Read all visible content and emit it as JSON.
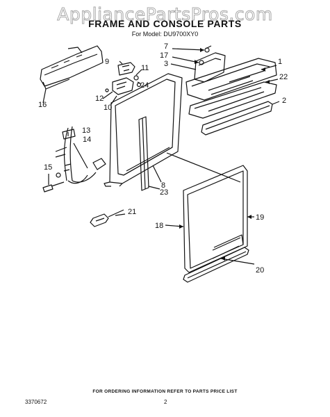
{
  "watermark": "AppliancePartsPros.com",
  "title": "FRAME AND CONSOLE PARTS",
  "model_line": "For Model: DU9700XY0",
  "callouts": {
    "c1": "1",
    "c2": "2",
    "c3": "3",
    "c7": "7",
    "c8": "8",
    "c9": "9",
    "c10": "10",
    "c11": "11",
    "c12": "12",
    "c13": "13",
    "c14": "14",
    "c15": "15",
    "c16": "16",
    "c17": "17",
    "c18": "18",
    "c19": "19",
    "c20": "20",
    "c21": "21",
    "c22": "22",
    "c23": "23",
    "c24": "24"
  },
  "footer_note": "FOR ORDERING INFORMATION REFER TO PARTS PRICE LIST",
  "doc_number": "3370672",
  "page_number": "2"
}
